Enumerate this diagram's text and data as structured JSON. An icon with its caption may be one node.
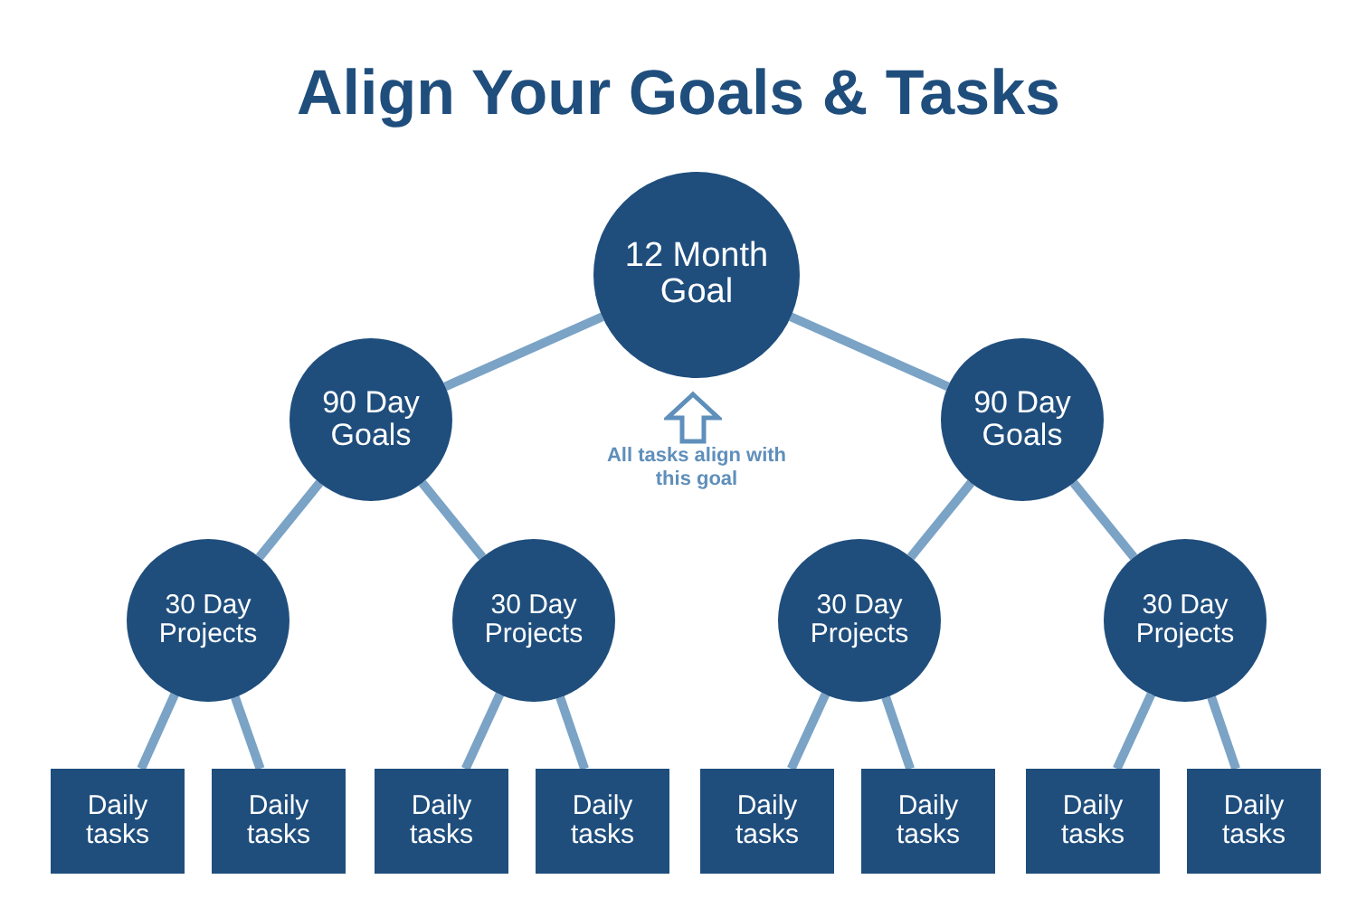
{
  "diagram": {
    "title": "Align Your Goals & Tasks",
    "nodes": [
      {
        "text": [
          "12 Month Goal"
        ]
      },
      {
        "text": [
          "90 Day Goals"
        ]
      },
      {
        "text": [
          "90 Day Goals"
        ]
      },
      {
        "text": [
          "30 Day Projects"
        ]
      },
      {
        "text": [
          "30 Day Projects"
        ]
      },
      {
        "text": [
          "30 Day Projects"
        ]
      },
      {
        "text": [
          "30 Day Projects"
        ]
      },
      {
        "text": [
          "Daily tasks"
        ]
      },
      {
        "text": [
          "Daily tasks"
        ]
      },
      {
        "text": [
          "Daily tasks"
        ]
      },
      {
        "text": [
          "Daily tasks"
        ]
      },
      {
        "text": [
          "Daily tasks"
        ]
      },
      {
        "text": [
          "Daily tasks"
        ]
      },
      {
        "text": [
          "Daily tasks"
        ]
      },
      {
        "text": [
          "Daily tasks"
        ]
      }
    ],
    "edges": [
      {
        "from": 0,
        "to": 1,
        "arrow": "none"
      },
      {
        "from": 0,
        "to": 2,
        "arrow": "none"
      },
      {
        "from": 1,
        "to": 3,
        "arrow": "none"
      },
      {
        "from": 1,
        "to": 4,
        "arrow": "none"
      },
      {
        "from": 2,
        "to": 5,
        "arrow": "none"
      },
      {
        "from": 2,
        "to": 6,
        "arrow": "none"
      },
      {
        "from": 3,
        "to": 7,
        "arrow": "none"
      },
      {
        "from": 3,
        "to": 8,
        "arrow": "none"
      },
      {
        "from": 4,
        "to": 9,
        "arrow": "none"
      },
      {
        "from": 4,
        "to": 10,
        "arrow": "none"
      },
      {
        "from": 5,
        "to": 11,
        "arrow": "none"
      },
      {
        "from": 5,
        "to": 12,
        "arrow": "none"
      },
      {
        "from": 6,
        "to": 13,
        "arrow": "none"
      },
      {
        "from": 6,
        "to": 14,
        "arrow": "none"
      }
    ],
    "labels": [
      "All tasks align with this goal"
    ]
  }
}
